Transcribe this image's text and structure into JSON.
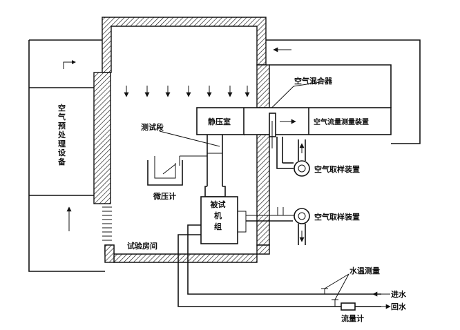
{
  "diagram": {
    "labels": {
      "air_mixer": "空气混合器",
      "test_section": "测试段",
      "plenum": "静压室",
      "airflow_meter": "空气流量测量装置",
      "air_pretreatment": "空气预处理设备",
      "air_sampling_upper": "空气取样装置",
      "air_sampling_lower": "空气取样装置",
      "micromanometer": "微压计",
      "unit_under_test": "被试机组",
      "test_room": "试验房间",
      "water_temp": "水温测量",
      "water_in": "进水",
      "water_out": "回水",
      "flow_meter": "流量计"
    },
    "colors": {
      "line": "#111111",
      "background": "#ffffff"
    }
  }
}
